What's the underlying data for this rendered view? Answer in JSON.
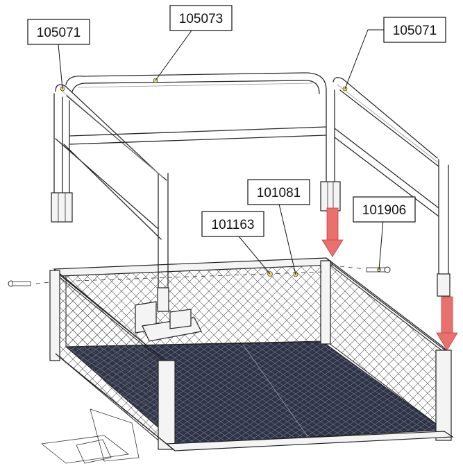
{
  "labels": {
    "top_left": "105071",
    "top_center": "105073",
    "top_right": "105071",
    "mid_center": "101081",
    "mid_left": "101163",
    "mid_right": "101906"
  },
  "colors": {
    "arrow": "#e8706e",
    "arrow_stroke": "#c9403d",
    "mesh_floor": "#2f3346",
    "leader": "#111111"
  }
}
